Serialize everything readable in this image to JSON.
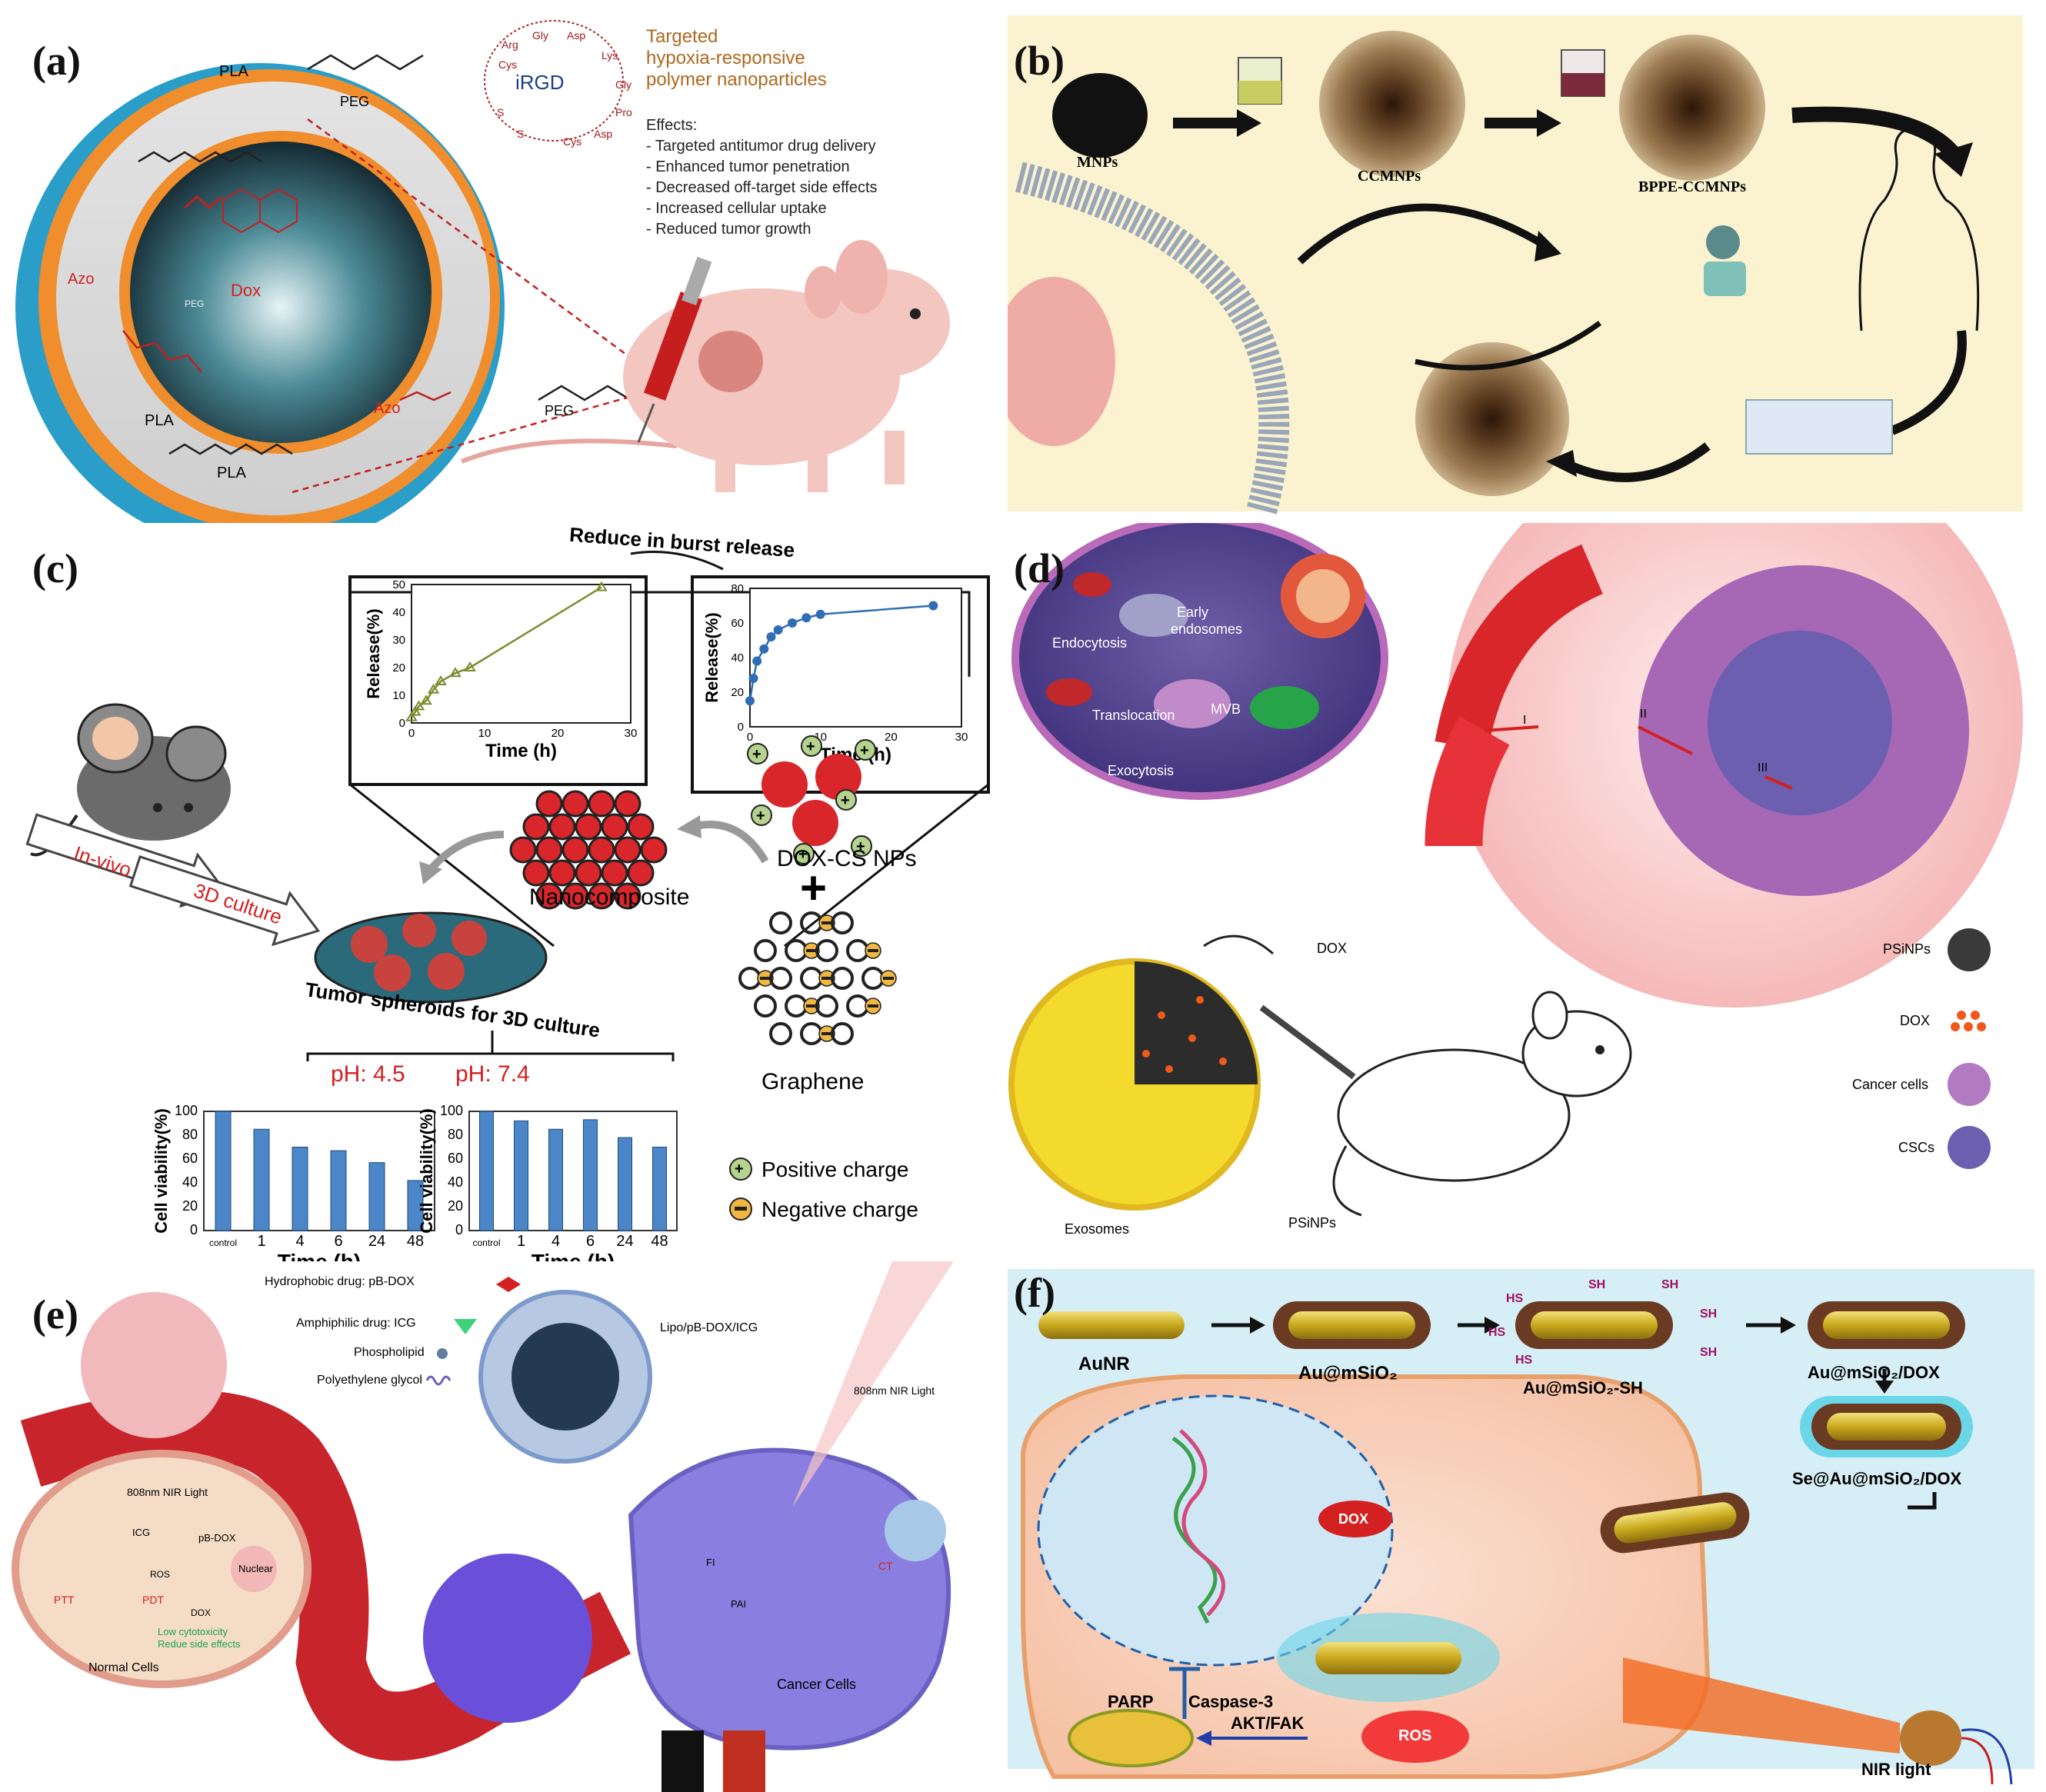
{
  "panels": {
    "a": {
      "label": "(a)",
      "title_lines": [
        "Targeted",
        "hypoxia-responsive",
        "polymer nanoparticles"
      ],
      "effects_title": "Effects:",
      "effects": [
        "- Targeted antitumor drug delivery",
        "- Enhanced tumor penetration",
        "- Decreased off-target side effects",
        "- Increased cellular uptake",
        "- Reduced tumor growth"
      ],
      "labels": {
        "pla_top": "PLA",
        "peg_top": "PEG",
        "irgd": "iRGD",
        "dox": "Dox",
        "azo_left": "Azo",
        "peg_inner": "PEG",
        "azo_right": "Azo",
        "peg_right": "PEG",
        "pla_bottom1": "PLA",
        "pla_bottom2": "PLA"
      },
      "peptide": [
        "Arg",
        "Gly",
        "Asp",
        "Lys",
        "Gly",
        "Pro",
        "Asp",
        "Cys",
        "S",
        "S",
        "Cys"
      ]
    },
    "b": {
      "label": "(b)",
      "labels": {
        "mnps": "MNPs",
        "ccmnps": "CCMNPs",
        "bppe": "BPPE-CCMNPs"
      }
    },
    "c": {
      "label": "(c)",
      "burst": "Reduce in burst release",
      "release_axis": "Release(%)",
      "time_axis": "Time (h)",
      "release_yticks_left": [
        "0",
        "10",
        "20",
        "30",
        "40",
        "50"
      ],
      "release_yticks_right": [
        "0",
        "20",
        "40",
        "60",
        "80"
      ],
      "release_xticks": [
        "0",
        "10",
        "20",
        "30"
      ],
      "invivo": "In-vivo",
      "culture3d": "3D culture",
      "nanocomposite": "Nanocomposite",
      "doxcs": "DOX-CS NPs",
      "plus": "+",
      "graphene": "Graphene",
      "spheroids": "Tumor spheroids for 3D culture",
      "ph45": "pH: 4.5",
      "ph74": "pH: 7.4",
      "viability_axis": "Cell viability(%)",
      "viability_yticks": [
        "0",
        "20",
        "40",
        "60",
        "80",
        "100"
      ],
      "viability_xticks": [
        "control",
        "1",
        "4",
        "6",
        "24",
        "48"
      ],
      "positive": "Positive charge",
      "negative": "Negative charge"
    },
    "d": {
      "label": "(d)",
      "labels": {
        "early": "Early",
        "endosomes": "endosomes",
        "endocytosis": "Endocytosis",
        "translocation": "Translocation",
        "mvb": "MVB",
        "exocytosis": "Exocytosis",
        "dox": "DOX",
        "exosomes": "Exosomes",
        "psinps": "PSiNPs",
        "i": "I",
        "ii": "II",
        "iii": "III"
      },
      "legend": [
        "PSiNPs",
        "DOX",
        "Cancer cells",
        "CSCs"
      ]
    },
    "e": {
      "label": "(e)",
      "legend": [
        "Hydrophobic drug: pB-DOX",
        "Amphiphilic drug: ICG",
        "Phospholipid",
        "Polyethylene glycol"
      ],
      "labels": {
        "lipo": "Lipo/pB-DOX/ICG",
        "nir_right": "808nm NIR Light",
        "nir_left": "808nm NIR Light",
        "icg": "ICG",
        "pbdox": "pB-DOX",
        "ros": "ROS",
        "pdt": "PDT",
        "ptt": "PTT",
        "dox": "DOX",
        "nuclear": "Nuclear",
        "lowtox": "Low cytotoxicity",
        "reduce": "Redue side effects",
        "normal": "Normal Cells",
        "cancer": "Cancer Cells",
        "fi": "FI",
        "pai": "PAI",
        "ct": "CT"
      }
    },
    "f": {
      "label": "(f)",
      "labels": {
        "aunr": "AuNR",
        "ausio2": "Au@mSiO₂",
        "ausio2sh": "Au@mSiO₂-SH",
        "ausio2dox": "Au@mSiO₂/DOX",
        "seau": "Se@Au@mSiO₂/DOX",
        "hs": "HS",
        "sh": "SH",
        "dox": "DOX",
        "parp": "PARP",
        "caspase": "Caspase-3",
        "aktfak": "AKT/FAK",
        "ros": "ROS",
        "nir": "NIR light"
      }
    }
  },
  "colors": {
    "orange": "#e8913a",
    "red": "#d42020",
    "blue": "#2f6db5",
    "bar": "#4a86c8",
    "olive": "#7b8a2c",
    "yellowbg": "#fbf3d0",
    "cyanbg": "#d6eef6"
  }
}
